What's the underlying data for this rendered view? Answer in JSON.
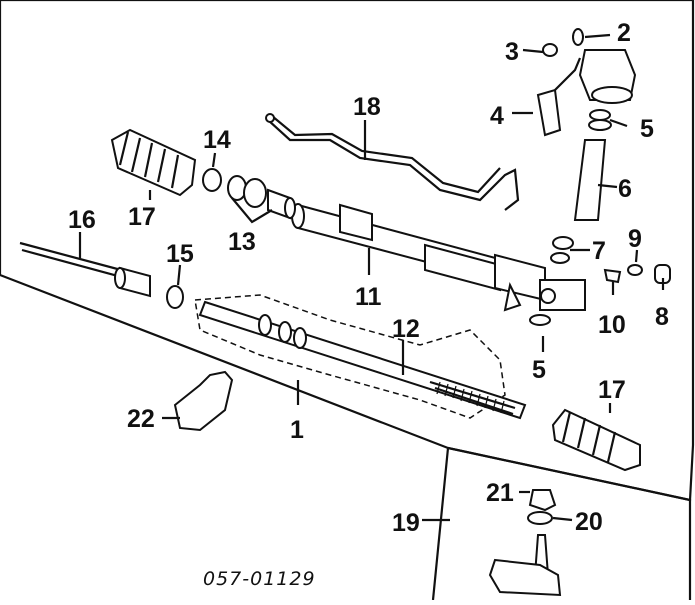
{
  "diagram": {
    "code": "057-01129",
    "callouts": {
      "c1": "1",
      "c2": "2",
      "c3": "3",
      "c4": "4",
      "c5a": "5",
      "c5b": "5",
      "c6": "6",
      "c7": "7",
      "c8": "8",
      "c9": "9",
      "c10": "10",
      "c11": "11",
      "c12": "12",
      "c13": "13",
      "c14": "14",
      "c15": "15",
      "c16": "16",
      "c17a": "17",
      "c17b": "17",
      "c18": "18",
      "c19": "19",
      "c20": "20",
      "c21": "21",
      "c22": "22"
    }
  }
}
